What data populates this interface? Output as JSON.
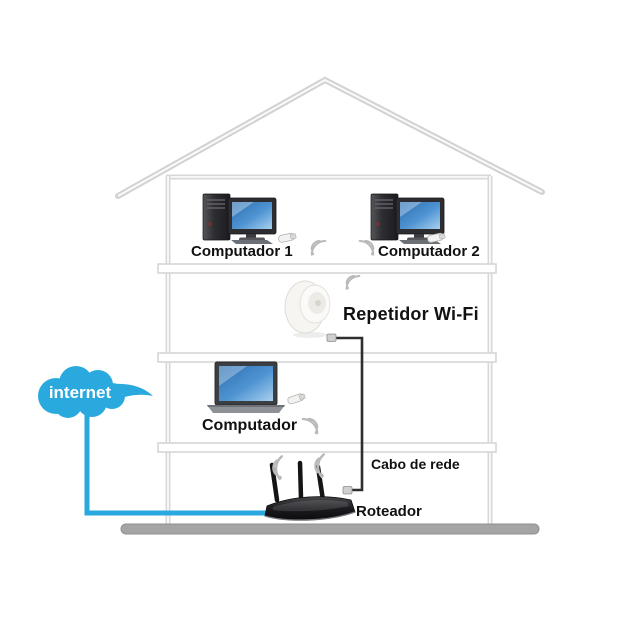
{
  "diagram": {
    "type": "home-wifi-network-illustration",
    "labels": {
      "computer1": "Computador 1",
      "computer2": "Computador 2",
      "repeater": "Repetidor Wi-Fi",
      "laptop": "Computador",
      "network_cable": "Cabo de rede",
      "router": "Roteador",
      "internet": "internet"
    },
    "house": {
      "floors": [
        {
          "name": "top-floor",
          "devices": [
            "Computador 1",
            "Computador 2"
          ]
        },
        {
          "name": "repeater-floor",
          "devices": [
            "Repetidor Wi-Fi"
          ]
        },
        {
          "name": "laptop-floor",
          "devices": [
            "Computador"
          ]
        },
        {
          "name": "ground-floor",
          "devices": [
            "Roteador"
          ]
        }
      ]
    },
    "connections": [
      {
        "from": "internet",
        "to": "Roteador",
        "style": "blue-line"
      },
      {
        "from": "Repetidor Wi-Fi",
        "to": "Roteador",
        "style": "black-cable",
        "label": "Cabo de rede"
      }
    ],
    "colors": {
      "accent_blue": "#29a9de",
      "wall_gray": "#d6d6d6",
      "ground_gray": "#a5a5a5",
      "cable_black": "#2e2e2e",
      "label_text": "#111111",
      "screen_blue": "#3f83c6"
    },
    "icons": {
      "wifi_signal": "wifi-signal-icon",
      "usb_dongle": "usb-dongle-icon",
      "cloud": "internet-cloud"
    }
  }
}
